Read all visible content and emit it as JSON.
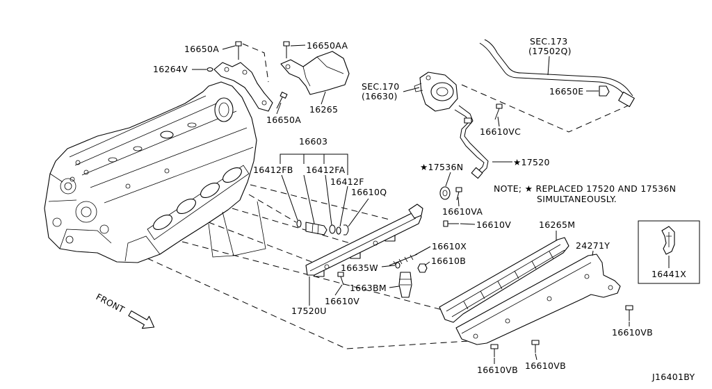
{
  "diagram": {
    "callouts": {
      "c16650A_top": "16650A",
      "c16264V": "16264V",
      "c16650AA": "16650AA",
      "c16265": "16265",
      "c16650A_mid": "16650A",
      "sec170": "SEC.170",
      "sec170_ref": "(16630)",
      "sec173": "SEC.173",
      "sec173_ref": "(17502Q)",
      "c16650E": "16650E",
      "c16610VC": "16610VC",
      "c16603": "16603",
      "c16412FB": "16412FB",
      "c16412FA": "16412FA",
      "c16412F": "16412F",
      "c16610Q": "16610Q",
      "c17536N": "★17536N",
      "c17520": "★17520",
      "c16610VA": "16610VA",
      "c16610V_right": "16610V",
      "c16265M": "16265M",
      "c24271Y": "24271Y",
      "c16441X": "16441X",
      "c16610X": "16610X",
      "c16610B": "16610B",
      "c16635W": "16635W",
      "c1663BM": "1663BM",
      "c16610V_left": "16610V",
      "c17520U": "17520U",
      "c16610VB_right": "16610VB",
      "c16610VB_bottom_left": "16610VB",
      "c16610VB_bottom_mid": "16610VB"
    },
    "note": {
      "line1": "NOTE; ★ REPLACED 17520 AND 17536N",
      "line2": "SIMULTANEOUSLY."
    },
    "front_label": "FRONT",
    "drawing_code": "J16401BY"
  }
}
